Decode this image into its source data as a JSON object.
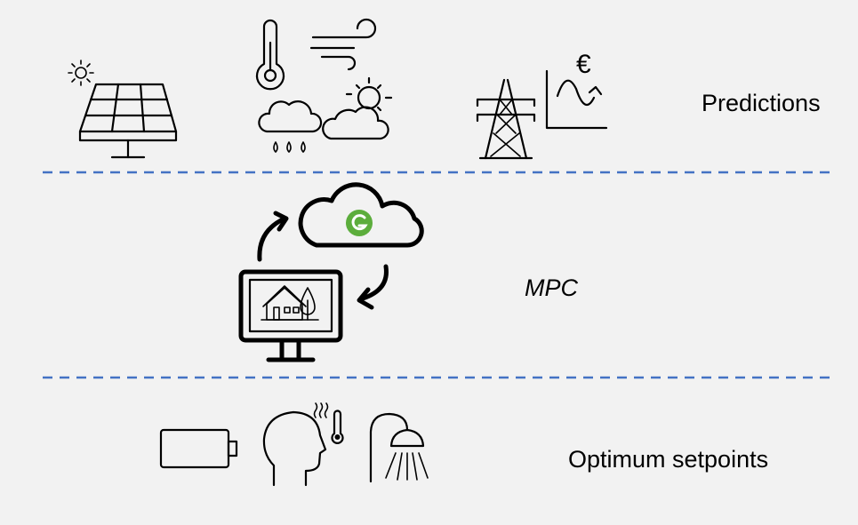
{
  "rows": {
    "predictions": {
      "label": "Predictions"
    },
    "mpc": {
      "label": "MPC"
    },
    "setpoints": {
      "label": "Optimum setpoints"
    }
  },
  "icons": {
    "predictions": [
      "solar-panel-icon",
      "thermometer-icon",
      "wind-icon",
      "rain-cloud-icon",
      "partly-sunny-icon",
      "power-tower-icon",
      "price-chart-icon"
    ],
    "mpc": [
      "cycle-arrow-icon",
      "cloud-icon",
      "cloud-service-logo-icon",
      "monitor-icon",
      "house-icon",
      "tree-icon"
    ],
    "setpoints": [
      "battery-icon",
      "person-comfort-icon",
      "shower-icon"
    ]
  },
  "colors": {
    "background": "#f2f2f2",
    "separator": "#4472c4",
    "logo": "#5cad3c",
    "ink": "#000000"
  },
  "price_symbol": "€"
}
